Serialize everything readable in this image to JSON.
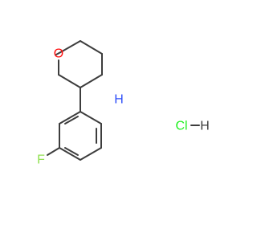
{
  "molecule": {
    "atoms": {
      "oxygen": "O",
      "nitrogen_hydrogen": "H",
      "fluorine": "F",
      "hcl_chlorine": "Cl",
      "hcl_hydrogen": "H"
    },
    "colors": {
      "bond": "#3d3d3d",
      "oxygen": "#ff0d0d",
      "nitrogen": "#3050f8",
      "fluorine": "#90e050",
      "chlorine": "#1ff01f",
      "hydrogen": "#3d3d3d"
    }
  }
}
